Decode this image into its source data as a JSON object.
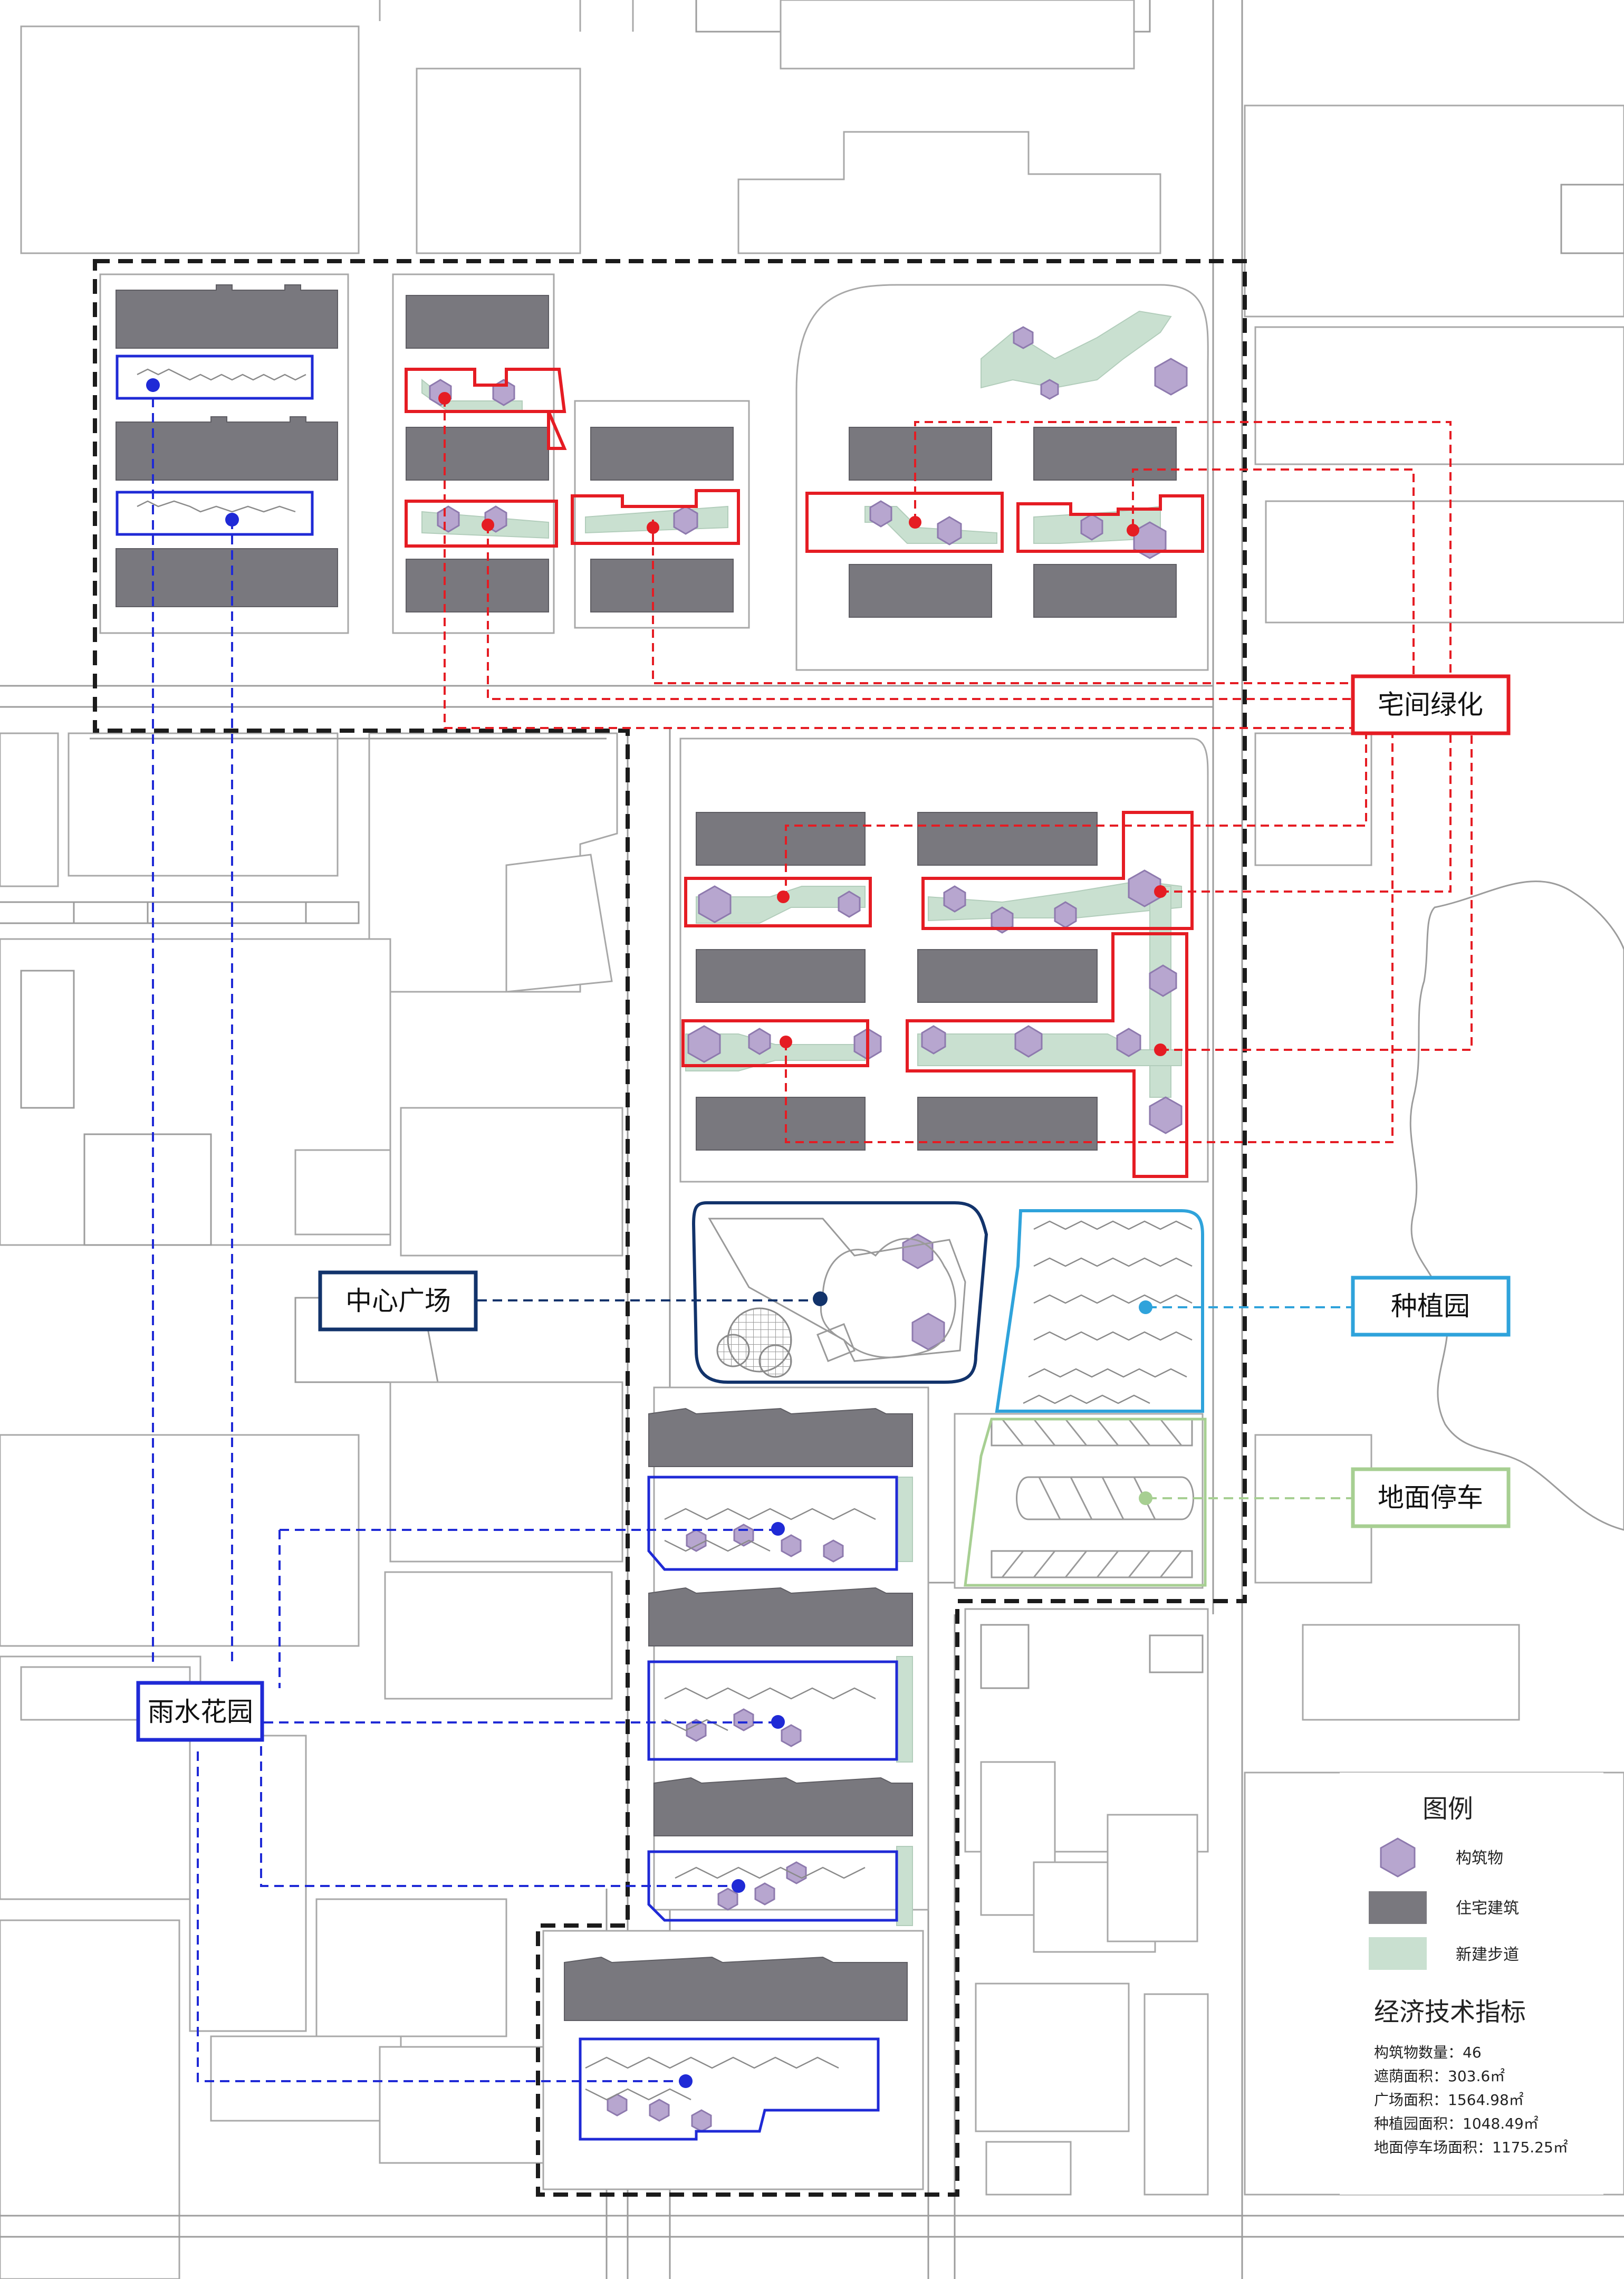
{
  "labels": {
    "between_house_green": "宅间绿化",
    "central_plaza": "中心广场",
    "planting_garden": "种植园",
    "ground_parking": "地面停车",
    "rain_garden": "雨水花园"
  },
  "legend": {
    "title": "图例",
    "items": [
      {
        "label": "构筑物",
        "swatch": "hexagon",
        "color": "#b7a6cf"
      },
      {
        "label": "住宅建筑",
        "swatch": "rect",
        "color": "#79787e"
      },
      {
        "label": "新建步道",
        "swatch": "rect",
        "color": "#c9e0d0"
      }
    ]
  },
  "indicators": {
    "title": "经济技术指标",
    "lines": [
      "构筑物数量：46",
      "遮荫面积：303.6㎡",
      "广场面积：1564.98㎡",
      "种植园面积：1048.49㎡",
      "地面停车场面积：1175.25㎡"
    ]
  },
  "colors": {
    "between_house_green": "#e51c23",
    "rain_garden": "#1f2ad6",
    "central_plaza": "#12336b",
    "planting_garden": "#2fa3db",
    "ground_parking": "#a7cf92",
    "residential_building": "#79787e",
    "new_walkway": "#c9e0d0",
    "structure": "#b7a6cf",
    "site_boundary": "#1b1b1b"
  }
}
